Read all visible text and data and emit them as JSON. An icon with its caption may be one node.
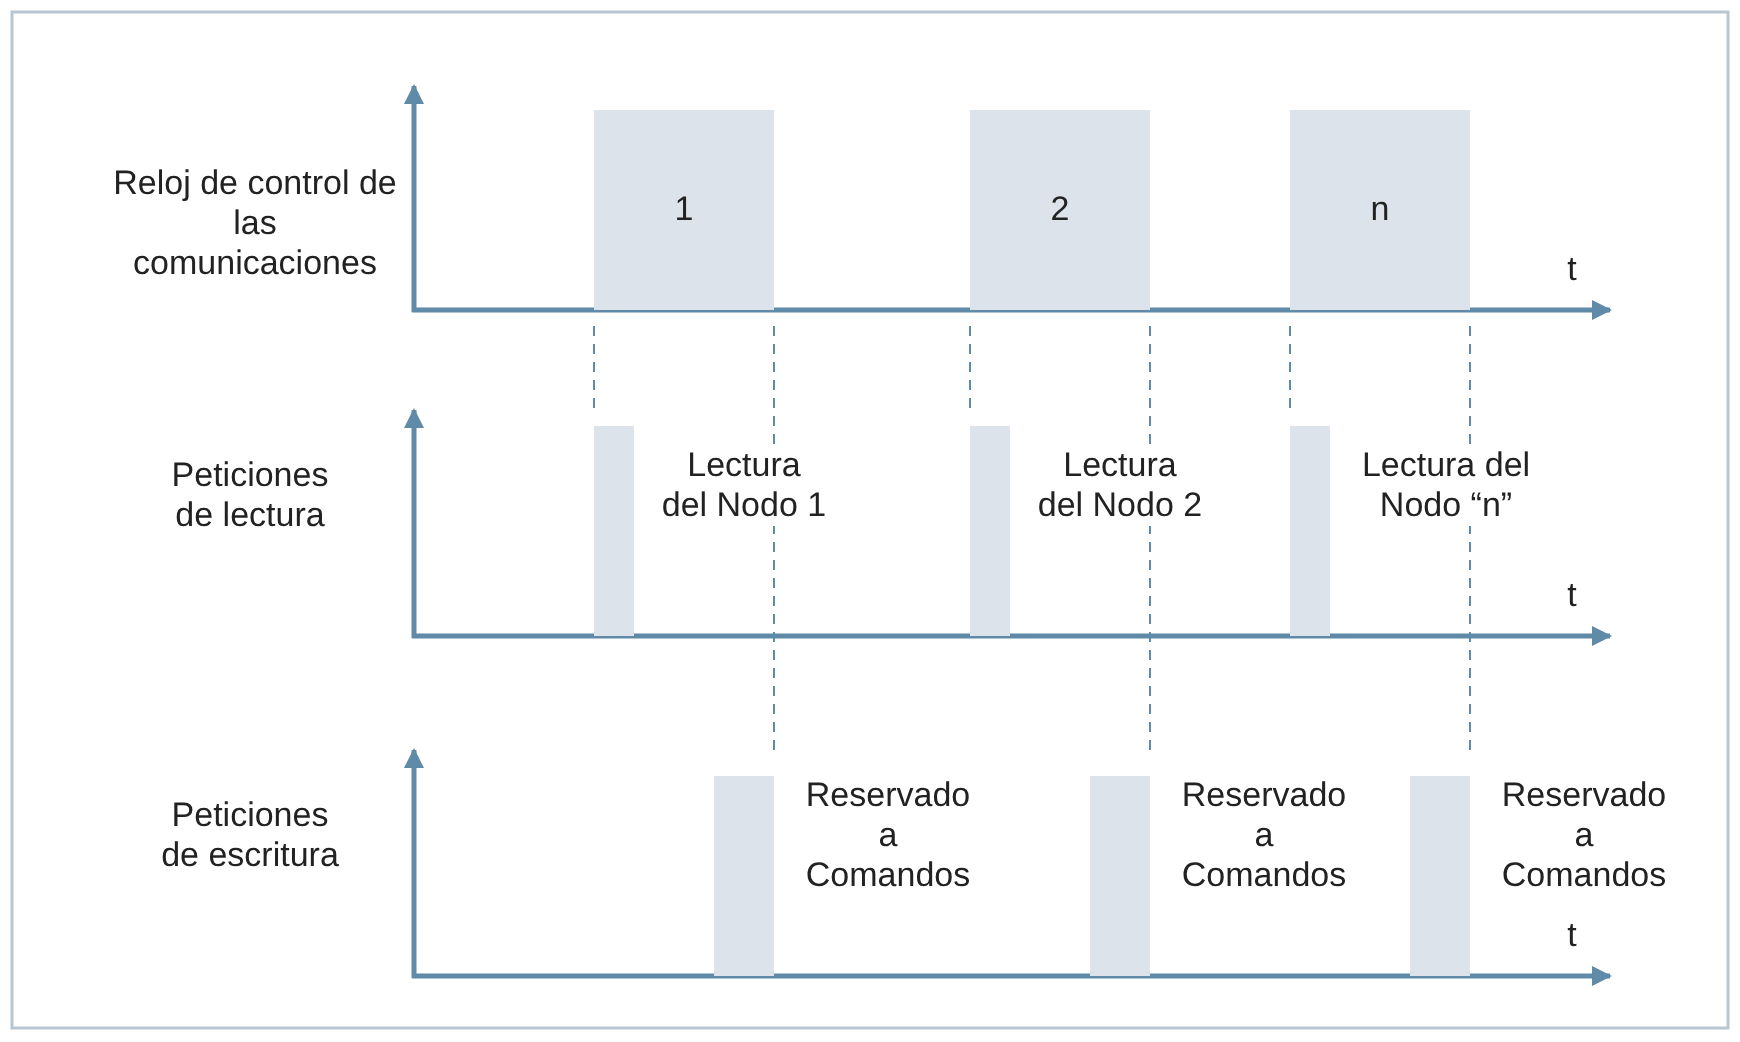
{
  "diagram": {
    "nodes": [
      {
        "text": [
          "1"
        ]
      },
      {
        "text": [
          "2"
        ]
      },
      {
        "text": [
          "n"
        ]
      },
      {
        "text": [],
        "shape": "bar",
        "beside": [
          "Lectura del Nodo 1"
        ]
      },
      {
        "text": [],
        "shape": "bar",
        "beside": [
          "Lectura del Nodo 2"
        ]
      },
      {
        "text": [],
        "shape": "bar",
        "beside": [
          "Lectura del Nodo “n”"
        ]
      },
      {
        "text": [],
        "shape": "bar",
        "beside": [
          "Reservado a Comandos"
        ]
      },
      {
        "text": [],
        "shape": "bar",
        "beside": [
          "Reservado a Comandos"
        ]
      },
      {
        "text": [],
        "shape": "bar",
        "beside": [
          "Reservado a Comandos"
        ]
      }
    ],
    "labels": [
      "Reloj de control de las comunicaciones",
      "t",
      "Peticiones de lectura",
      "t",
      "Peticiones de escritura",
      "t"
    ]
  }
}
